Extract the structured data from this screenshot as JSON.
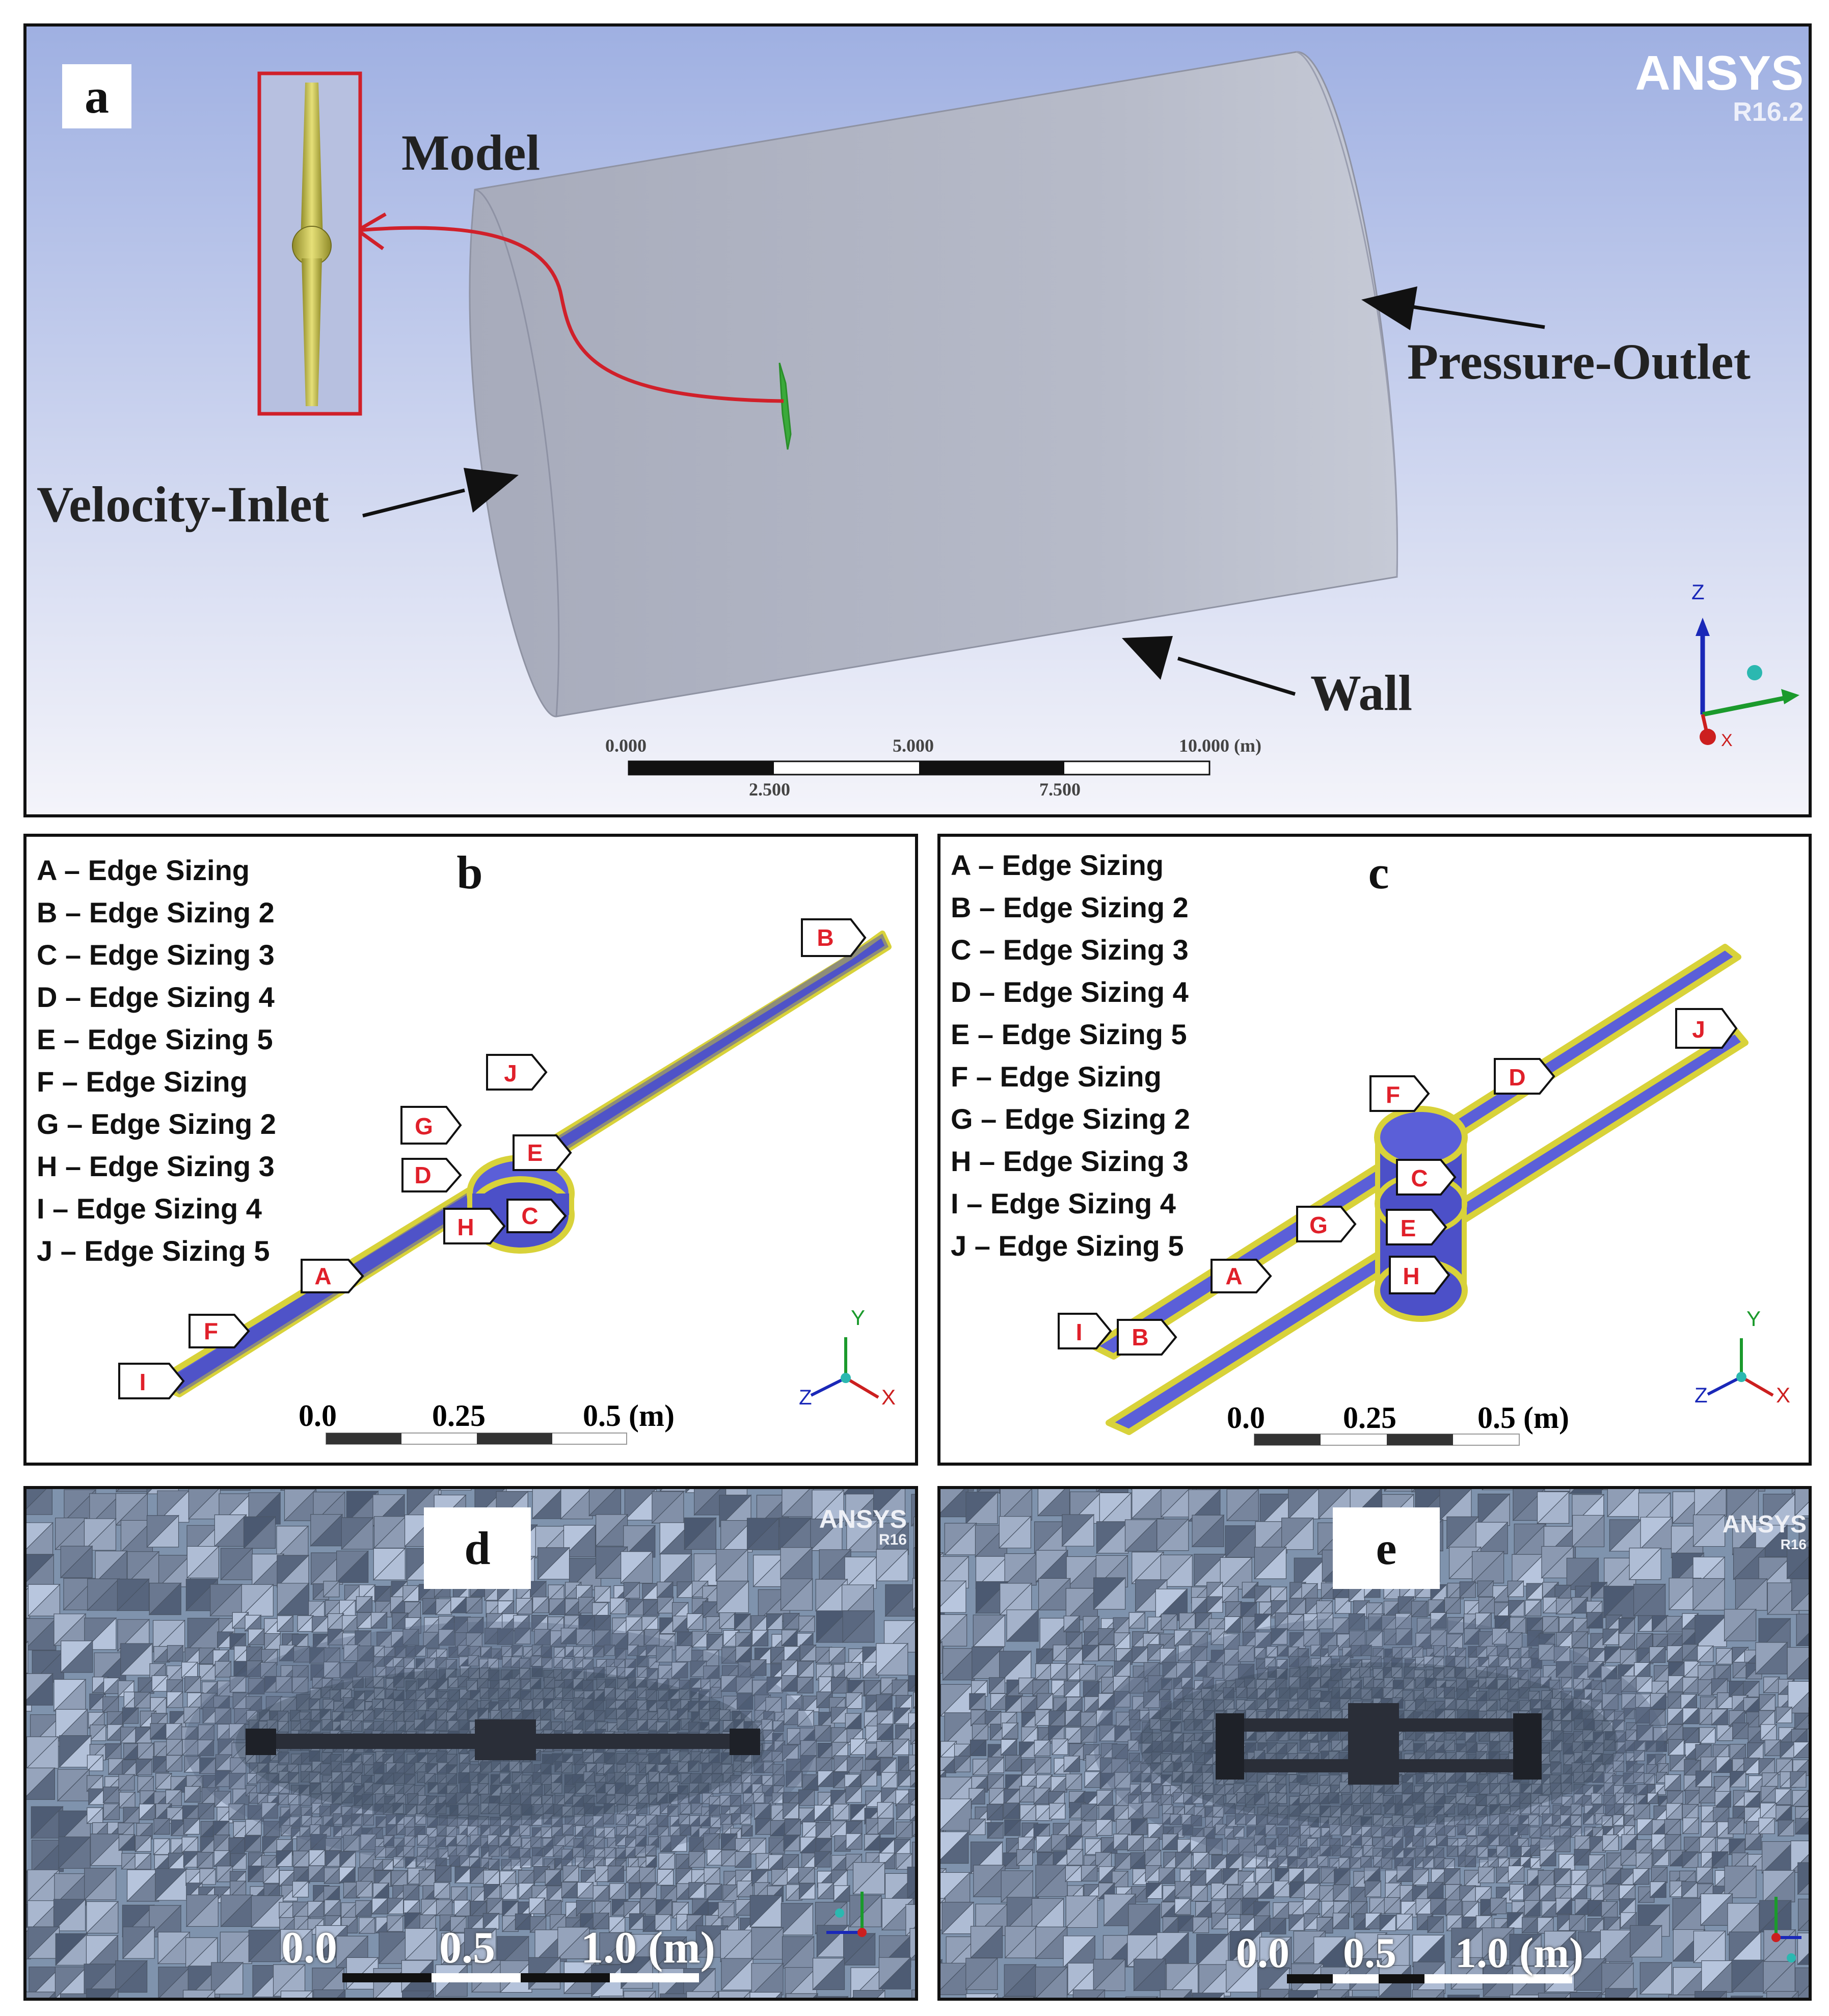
{
  "panel_a": {
    "letter": "a",
    "brand": "ANSYS",
    "version": "R16.2",
    "labels": {
      "model": "Model",
      "pressure_outlet": "Pressure-Outlet",
      "velocity_inlet": "Velocity-Inlet",
      "wall": "Wall"
    },
    "scale": {
      "top": [
        "0.000",
        "5.000",
        "10.000 (m)"
      ],
      "bottom": [
        "2.500",
        "7.500"
      ]
    },
    "axes": {
      "z": "Z",
      "x": "X"
    }
  },
  "panel_b": {
    "letter": "b",
    "legend": [
      "A – Edge Sizing",
      "B – Edge Sizing 2",
      "C – Edge Sizing 3",
      "D – Edge Sizing 4",
      "E – Edge Sizing 5",
      "F – Edge Sizing",
      "G – Edge Sizing 2",
      "H – Edge Sizing 3",
      "I – Edge Sizing 4",
      "J – Edge Sizing 5"
    ],
    "tags": [
      "A",
      "B",
      "C",
      "D",
      "E",
      "F",
      "G",
      "H",
      "I",
      "J"
    ],
    "scale": [
      "0.0",
      "0.25",
      "0.5 (m)"
    ],
    "axes": {
      "y": "Y",
      "z": "Z",
      "x": "X"
    }
  },
  "panel_c": {
    "letter": "c",
    "legend": [
      "A – Edge Sizing",
      "B – Edge Sizing 2",
      "C – Edge Sizing 3",
      "D – Edge Sizing 4",
      "E – Edge Sizing 5",
      "F – Edge Sizing",
      "G – Edge Sizing 2",
      "H – Edge Sizing 3",
      "I – Edge Sizing 4",
      "J – Edge Sizing 5"
    ],
    "tags": [
      "A",
      "B",
      "C",
      "D",
      "E",
      "F",
      "G",
      "H",
      "I",
      "J"
    ],
    "scale": [
      "0.0",
      "0.25",
      "0.5 (m)"
    ],
    "axes": {
      "y": "Y",
      "z": "Z",
      "x": "X"
    }
  },
  "panel_d": {
    "letter": "d",
    "brand": "ANSYS",
    "version": "R16",
    "scale": [
      "0.0",
      "0.5",
      "1.0 (m)"
    ]
  },
  "panel_e": {
    "letter": "e",
    "brand": "ANSYS",
    "version": "R16",
    "scale": [
      "0.0",
      "0.5",
      "1.0 (m)"
    ]
  },
  "colors": {
    "background_top": "#b4c0e6",
    "background_bottom": "#f2f2fa",
    "cylinder": "#b3b7c6",
    "blade": "#5b5fd8",
    "blade_edge": "#d8d23a",
    "tag_text": "#e0202a",
    "arrow_red": "#d0202a",
    "mesh": "#7f93ad"
  }
}
